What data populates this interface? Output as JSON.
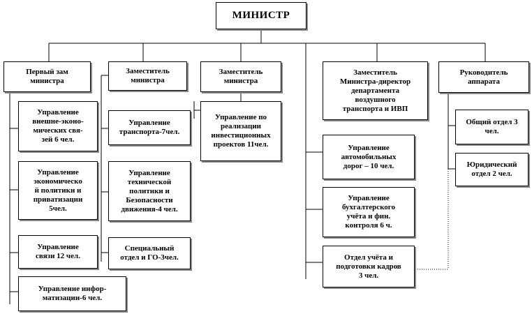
{
  "minister": "МИНИСТР",
  "columns": [
    {
      "head": "Первый зам\nминистра",
      "units": [
        "Управление\nвнешне-эконо-\nмических свя-\nзей 6 чел.",
        "Управление\nэкономическо\nй политики и\nприватизации\n5чел.",
        "Управление\nсвязи 12 чел.",
        "Управление инфор-\nматизации-6 чел."
      ]
    },
    {
      "head": "Заместитель\nминистра",
      "units": [
        "Управление\nтранспорта-7чел.",
        "Управление\nтехнической\nполитики и\nБезопасности\nдвижения-4 чел.",
        "Специальный\nотдел и ГО-3чел."
      ]
    },
    {
      "head": "Заместитель\nминистра",
      "units": [
        "Управление по\nреализации\nинвестиционных\nпроектов 11чел."
      ]
    },
    {
      "head": "Заместитель\nМинистра-директор\nдепартамента\nвоздушного\nтранспорта и ИВП",
      "units": [
        "Управление\nавтомобильных\nдорог – 10 чел.",
        "Управление\nбухгалтерского\nучёта и фин.\nконтроля 6 ч.",
        "Отдел учёта и\nподготовки кадров\n3 чел."
      ]
    },
    {
      "head": "Руководитель\nаппарата",
      "units": [
        "Общий отдел 3\nчел.",
        "Юридический\nотдел 2 чел."
      ]
    }
  ]
}
